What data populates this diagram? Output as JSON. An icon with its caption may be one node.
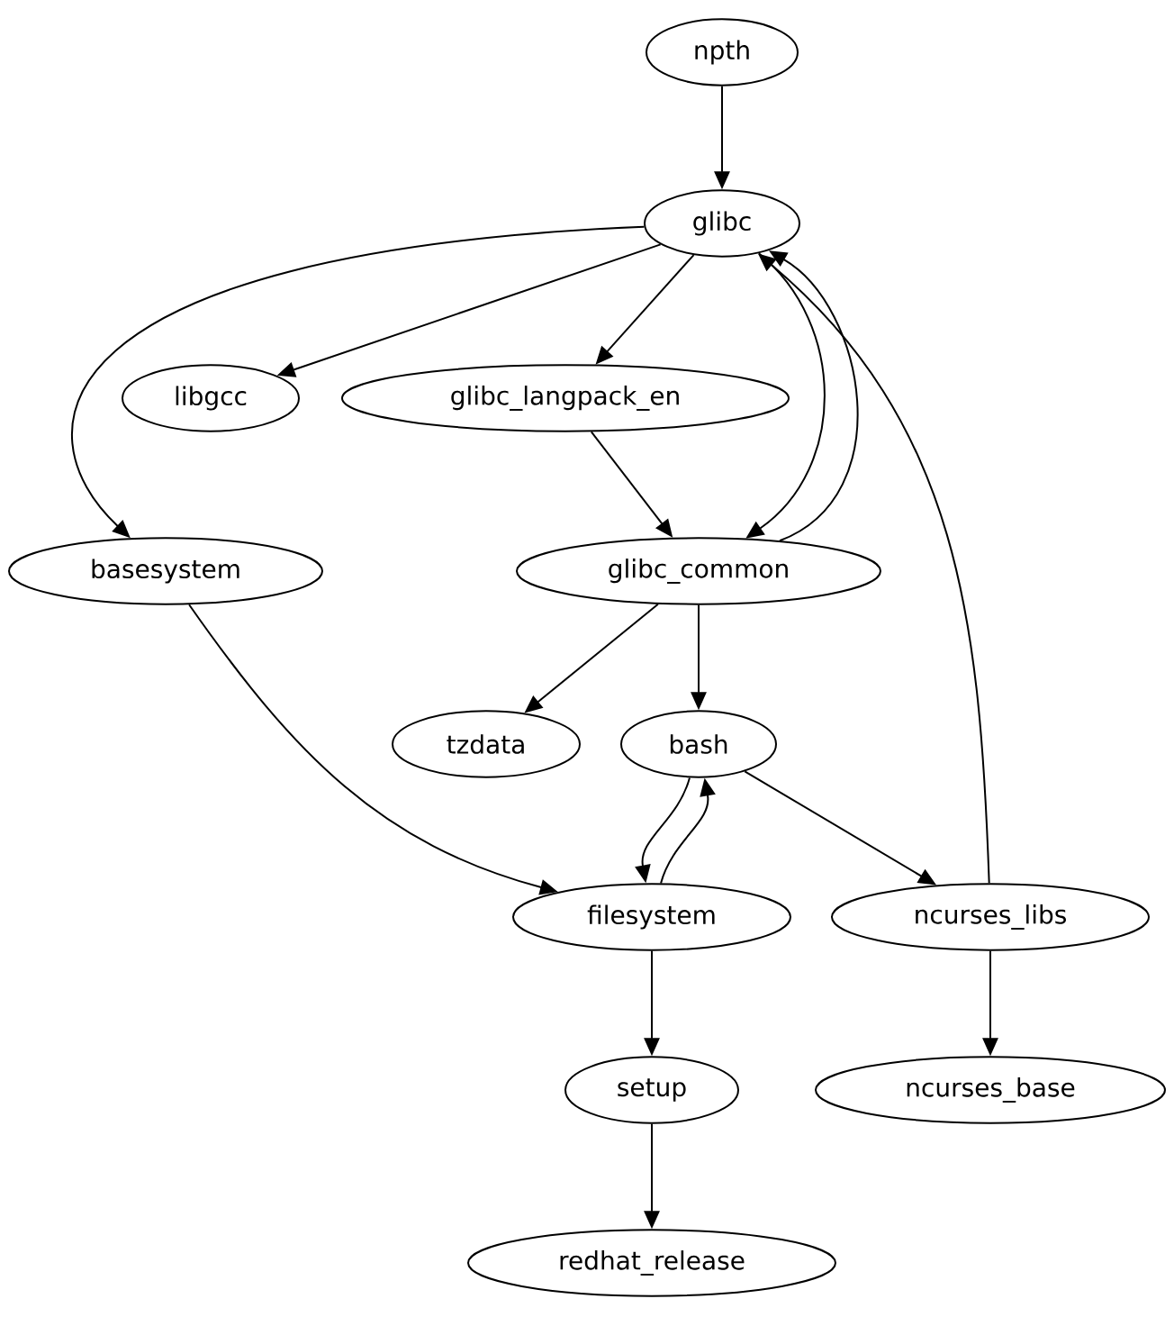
{
  "diagram": {
    "nodes": [
      {
        "text": [
          "npth"
        ]
      },
      {
        "text": [
          "glibc"
        ]
      },
      {
        "text": [
          "libgcc"
        ]
      },
      {
        "text": [
          "glibc_langpack_en"
        ]
      },
      {
        "text": [
          "basesystem"
        ]
      },
      {
        "text": [
          "glibc_common"
        ]
      },
      {
        "text": [
          "tzdata"
        ]
      },
      {
        "text": [
          "bash"
        ]
      },
      {
        "text": [
          "filesystem"
        ]
      },
      {
        "text": [
          "ncurses_libs"
        ]
      },
      {
        "text": [
          "setup"
        ]
      },
      {
        "text": [
          "ncurses_base"
        ]
      },
      {
        "text": [
          "redhat_release"
        ]
      }
    ],
    "edges": [
      {
        "from": 0,
        "to": 1,
        "arrow": "to"
      },
      {
        "from": 1,
        "to": 2,
        "arrow": "to"
      },
      {
        "from": 1,
        "to": 3,
        "arrow": "to"
      },
      {
        "from": 1,
        "to": 4,
        "arrow": "to"
      },
      {
        "from": 1,
        "to": 5,
        "arrow": "to"
      },
      {
        "from": 5,
        "to": 1,
        "arrow": "to"
      },
      {
        "from": 3,
        "to": 5,
        "arrow": "to"
      },
      {
        "from": 5,
        "to": 6,
        "arrow": "to"
      },
      {
        "from": 5,
        "to": 7,
        "arrow": "to"
      },
      {
        "from": 4,
        "to": 8,
        "arrow": "to"
      },
      {
        "from": 7,
        "to": 8,
        "arrow": "to"
      },
      {
        "from": 8,
        "to": 7,
        "arrow": "to"
      },
      {
        "from": 7,
        "to": 9,
        "arrow": "to"
      },
      {
        "from": 9,
        "to": 1,
        "arrow": "to"
      },
      {
        "from": 9,
        "to": 11,
        "arrow": "to"
      },
      {
        "from": 8,
        "to": 10,
        "arrow": "to"
      },
      {
        "from": 10,
        "to": 12,
        "arrow": "to"
      }
    ]
  }
}
